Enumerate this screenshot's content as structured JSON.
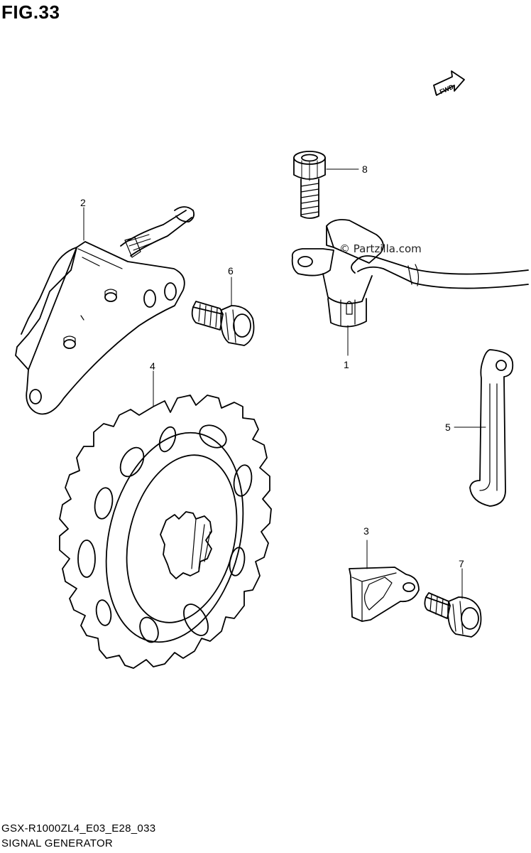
{
  "figure": {
    "title": "FIG.33"
  },
  "fwd_label": "FWD",
  "watermark": "© Partzilla.com",
  "callouts": [
    "1",
    "2",
    "3",
    "4",
    "5",
    "6",
    "7",
    "8"
  ],
  "footer": {
    "model_code": "GSX-R1000ZL4_E03_E28_033",
    "diagram_name": "SIGNAL GENERATOR"
  }
}
